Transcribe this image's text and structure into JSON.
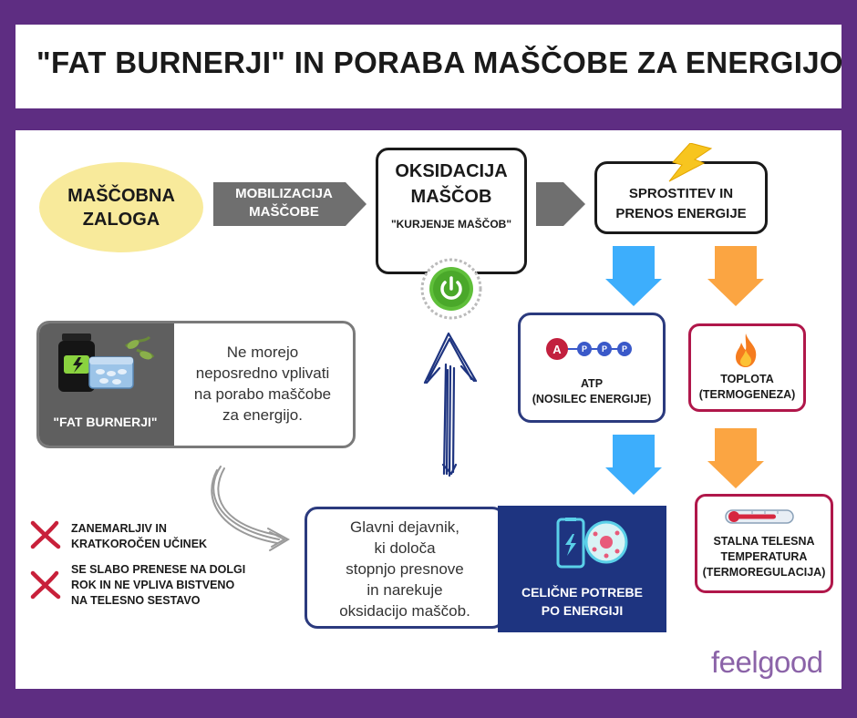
{
  "title": "\"FAT BURNERJI\" IN PORABA MAŠČOBE ZA ENERGIJO",
  "fat_store": {
    "line1": "MAŠČOBNA",
    "line2": "ZALOGA"
  },
  "mobilization": {
    "line1": "MOBILIZACIJA",
    "line2": "MAŠČOBE"
  },
  "oxidation": {
    "line1": "OKSIDACIJA",
    "line2": "MAŠČOB",
    "subtitle": "\"KURJENJE MAŠČOB\""
  },
  "release": {
    "line1": "SPROSTITEV IN",
    "line2": "PRENOS ENERGIJE"
  },
  "atp": {
    "atom_a": "A",
    "atom_p": "P",
    "line1": "ATP",
    "line2": "(NOSILEC ENERGIJE)"
  },
  "heat": {
    "line1": "TOPLOTA",
    "line2": "(TERMOGENEZA)"
  },
  "temperature": {
    "line1": "STALNA TELESNA",
    "line2": "TEMPERATURA",
    "line3": "(TERMOREGULACIJA)"
  },
  "fat_burners": {
    "label": "\"FAT BURNERJI\"",
    "text": [
      "Ne morejo",
      "neposredno vplivati",
      "na porabo maščobe",
      "za energijo."
    ]
  },
  "cons": [
    {
      "lines": [
        "ZANEMARLJIV IN",
        "KRATKOROČEN UČINEK"
      ]
    },
    {
      "lines": [
        "SE SLABO PRENESE NA DOLGI",
        "ROK IN NE VPLIVA BISTVENO",
        "NA TELESNO SESTAVO"
      ]
    }
  ],
  "main_factor": {
    "text": [
      "Glavni dejavnik,",
      "ki določa",
      "stopnjo presnove",
      "in narekuje",
      "oksidacijo maščob."
    ]
  },
  "cell_needs": {
    "line1": "CELIČNE POTREBE",
    "line2": "PO ENERGIJI"
  },
  "brand": "feelgood",
  "colors": {
    "purple": "#5e2d82",
    "yellow": "#f8ea9b",
    "navy": "#1e3480",
    "blue_arrow": "#3daefc",
    "orange_arrow": "#fba542",
    "red_border": "#b0174a",
    "cross": "#c8203a",
    "power_green": "#5fbf3a"
  },
  "icons": [
    "lightning-icon",
    "power-button-icon",
    "atp-molecule-icon",
    "flame-icon",
    "thermometer-icon",
    "supplement-jar-icon",
    "pills-box-icon",
    "battery-icon",
    "cell-icon",
    "cross-icon",
    "curved-arrow-icon",
    "scribble-up-arrow-icon"
  ]
}
